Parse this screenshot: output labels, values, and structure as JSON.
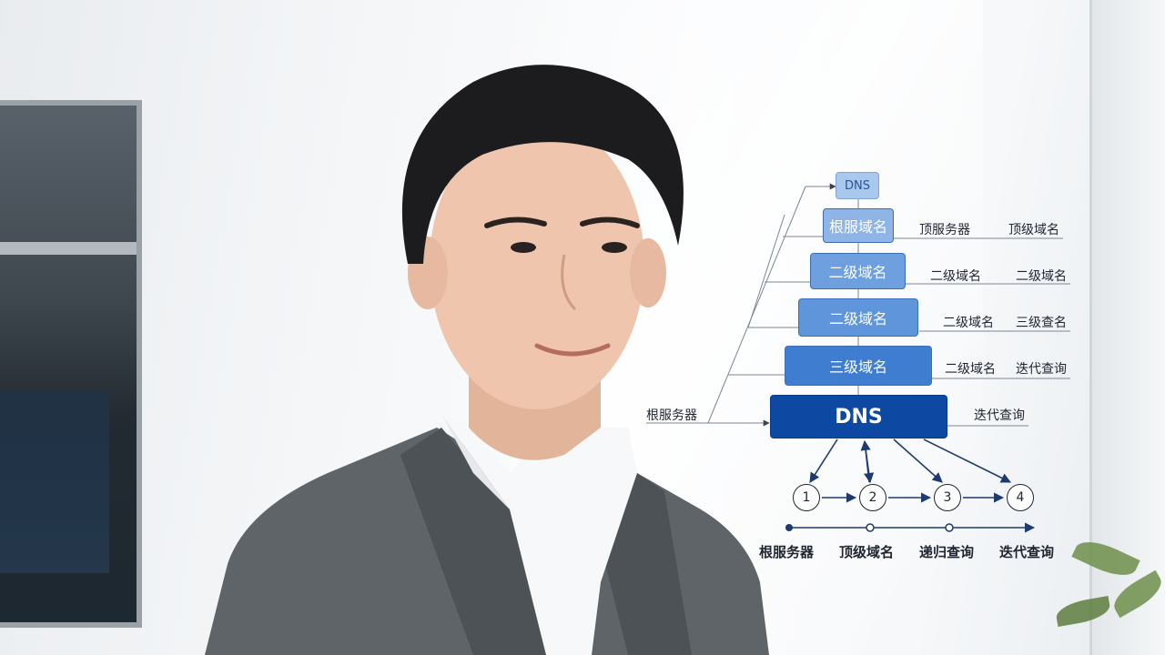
{
  "diagram": {
    "layers": [
      {
        "label": "DNS",
        "right1": "",
        "right2": ""
      },
      {
        "label": "根服域名",
        "right1": "顶服务器",
        "right2": "顶级域名"
      },
      {
        "label": "二级域名",
        "right1": "二级域名",
        "right2": "二级域名"
      },
      {
        "label": "二级域名",
        "right1": "二级域名",
        "right2": "三级查名"
      },
      {
        "label": "三级域名",
        "right1": "二级域名",
        "right2": "迭代查询"
      },
      {
        "label": "DNS",
        "right1": "迭代查询",
        "right2": ""
      }
    ],
    "left_label": "根服务器",
    "steps": [
      "1",
      "2",
      "3",
      "4"
    ],
    "timeline": [
      "根服务器",
      "顶级域名",
      "递归查询",
      "迭代查询"
    ]
  },
  "colors": {
    "primary": "#0d48a3",
    "accent": "#3f7dd1",
    "line": "#1f2430"
  }
}
